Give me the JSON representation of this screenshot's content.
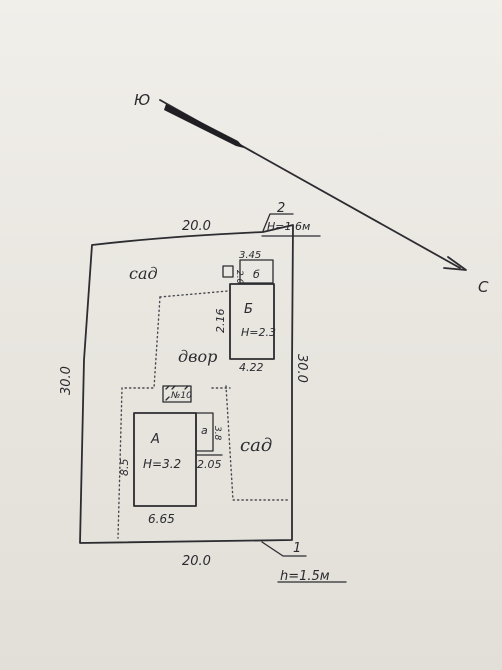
{
  "compass": {
    "north_label": "Ю",
    "south_label": "С"
  },
  "points": {
    "p2": {
      "label": "2",
      "height": "Н=1.6м"
    },
    "p1": {
      "label": "1",
      "height": "h=1.5м"
    }
  },
  "plot": {
    "top": "20.0",
    "bottom": "20.0",
    "left": "30.0",
    "right": "30.0"
  },
  "zones": {
    "garden_top": "сад",
    "yard": "двор",
    "garden_right": "сад"
  },
  "building_b": {
    "letter": "Б",
    "height": "Н=2.3",
    "width": "4.22",
    "depth": "2.16"
  },
  "annex_b": {
    "letter": "б",
    "width": "3.45",
    "depth": "2.0"
  },
  "small_box_label": "",
  "well": {
    "label": "№10"
  },
  "house_a": {
    "letter": "А",
    "height": "Н=3.2",
    "width": "6.65",
    "depth": "8.5",
    "extension_letter": "а",
    "extension_width": "2.05",
    "extension_depth": "3.8"
  }
}
